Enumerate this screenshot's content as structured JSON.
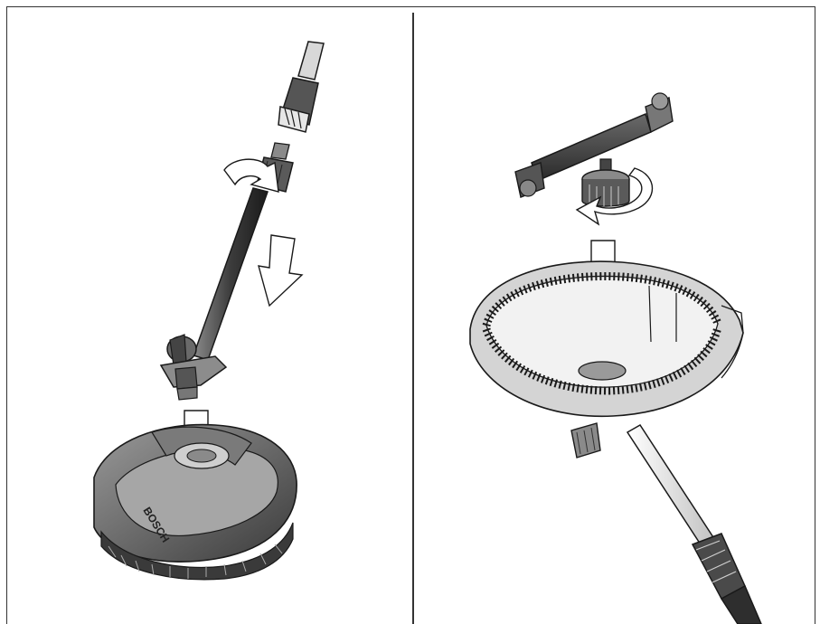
{
  "figure": {
    "left_panel": {
      "brand_logo_text": "BOSCH",
      "steps": [
        "twist-connect-lance",
        "insert-lance-into-cleaner"
      ]
    },
    "right_panel": {
      "steps": [
        "twist-on-spray-bar",
        "insert-into-brush-housing"
      ]
    },
    "colors": {
      "line": "#1a1a1a",
      "dark_grey": "#4a4a4a",
      "mid_grey": "#8a8a8a",
      "light_grey": "#c8c8c8",
      "paper": "#ffffff"
    }
  }
}
